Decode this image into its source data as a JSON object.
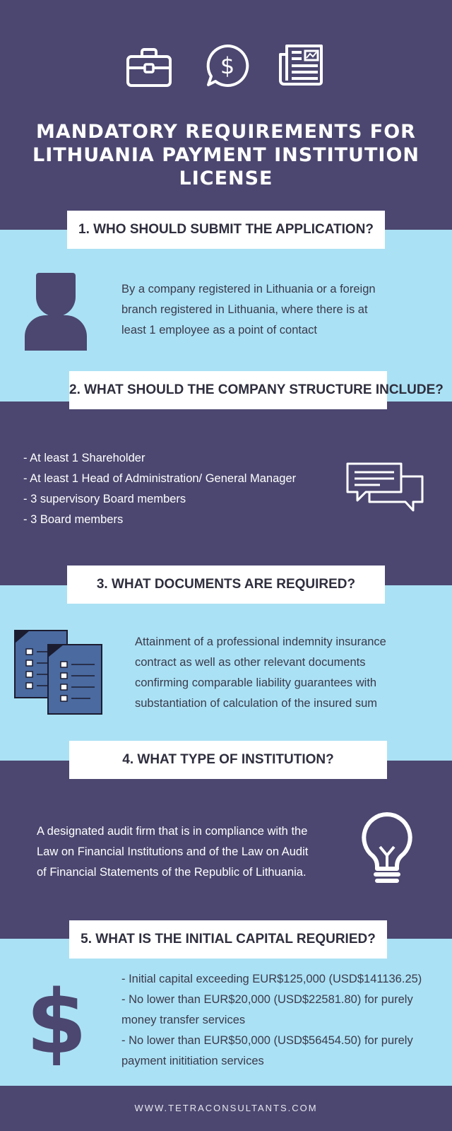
{
  "header": {
    "title": "MANDATORY REQUIREMENTS FOR LITHUANIA PAYMENT INSTITUTION LICENSE",
    "icons": [
      "briefcase-icon",
      "dollar-speech-icon",
      "newspaper-icon"
    ]
  },
  "sections": [
    {
      "question": "1. WHO SHOULD SUBMIT THE APPLICATION?",
      "text": "By a company registered in Lithuania or a foreign branch registered in Lithuania, where there is at least 1 employee as a point of contact",
      "icon": "person-icon"
    },
    {
      "question": "2. WHAT SHOULD THE COMPANY STRUCTURE INCLUDE?",
      "items": [
        "- At least 1 Shareholder",
        "- At least 1 Head of Administration/ General Manager",
        "- 3 supervisory Board members",
        "- 3 Board members"
      ],
      "icon": "chat-bubbles-icon"
    },
    {
      "question": "3. WHAT DOCUMENTS ARE REQUIRED?",
      "text": "Attainment of a professional indemnity insurance contract as well as other relevant documents confirming comparable liability guarantees with substantiation of calculation of the insured sum",
      "icon": "documents-icon"
    },
    {
      "question": "4. WHAT TYPE OF INSTITUTION?",
      "text": "A designated audit firm that is in compliance with the Law on Financial Institutions and of the Law on Audit of Financial Statements of the Republic of Lithuania.",
      "icon": "lightbulb-icon"
    },
    {
      "question": "5. WHAT IS THE INITIAL CAPITAL REQURIED?",
      "items": [
        "- Initial capital exceeding EUR$125,000 (USD$141136.25)",
        "- No lower than EUR$20,000 (USD$22581.80) for purely money transfer services",
        "- No lower than EUR$50,000 (USD$56454.50) for purely payment inititiation services"
      ],
      "icon": "dollar-sign-icon"
    }
  ],
  "footer": {
    "url": "WWW.TETRACONSULTANTS.COM"
  },
  "colors": {
    "dark": "#4b4770",
    "light": "#abe1f4",
    "box": "#ffffff"
  }
}
